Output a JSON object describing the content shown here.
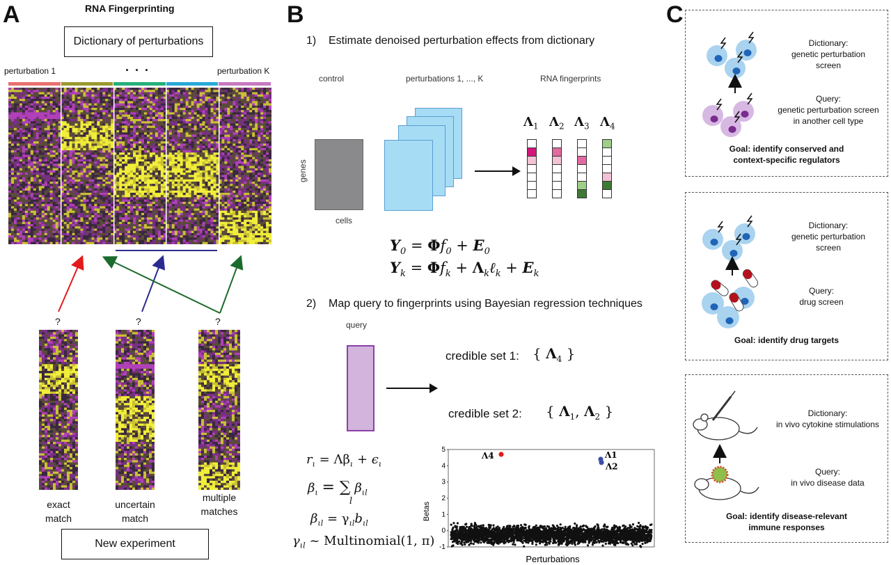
{
  "panel_a": {
    "letter": "A",
    "title": "RNA Fingerprinting",
    "dictionary_label": "Dictionary of perturbations",
    "pert_first": "perturbation 1",
    "pert_dots": ". . .",
    "pert_last": "perturbation K",
    "question": "?",
    "cases": [
      {
        "line1": "exact",
        "line2": "match"
      },
      {
        "line1": "uncertain",
        "line2": "match"
      },
      {
        "line1": "multiple",
        "line2": "matches"
      }
    ],
    "new_experiment": "New experiment",
    "band_colors": [
      "#e8716d",
      "#9a9a30",
      "#27b07a",
      "#2aa9d8",
      "#c77ac2"
    ],
    "arrow_colors": {
      "exact": "#e31a1c",
      "uncertain": "#2b2b8f",
      "multiple": "#1b6b2c"
    }
  },
  "panel_b": {
    "letter": "B",
    "step1": "1)    Estimate denoised perturbation effects from dictionary",
    "control": "control",
    "perturbations": "perturbations 1, ..., K",
    "fingerprints": "RNA fingerprints",
    "genes": "genes",
    "cells": "cells",
    "lambdas": [
      "Λ",
      "Λ",
      "Λ",
      "Λ"
    ],
    "lambda_subs": [
      "1",
      "2",
      "3",
      "4"
    ],
    "step2": "2)    Map query to fingerprints using Bayesian regression techniques",
    "query": "query",
    "credible1": "credible set 1:",
    "credible2": "credible set 2:",
    "eq_r": "= Λβ",
    "eq_beta_sum": "= ∑",
    "eq_beta_il": "= γ",
    "eq_gamma": "~ Multinomial(1, π)"
  },
  "chart_data": {
    "type": "scatter",
    "xlabel": "Perturbations",
    "ylabel": "Betas",
    "ylim": [
      -1,
      5
    ],
    "yticks": [
      -1,
      0,
      1,
      2,
      3,
      4,
      5
    ],
    "n_background_points": 3000,
    "background_range": [
      -1,
      0.5
    ],
    "highlighted": [
      {
        "label": "Λ4",
        "value": 4.7,
        "color": "#e31a1c"
      },
      {
        "label": "Λ1",
        "value": 4.4,
        "color": "#3b4da8"
      },
      {
        "label": "Λ2",
        "value": 4.2,
        "color": "#3b4da8"
      }
    ]
  },
  "panel_c": {
    "letter": "C",
    "boxes": [
      {
        "dict_title": "Dictionary:",
        "dict_sub": "genetic perturbation screen",
        "query_title": "Query:",
        "query_sub1": "genetic perturbation screen",
        "query_sub2": "in another cell type",
        "goal1": "Goal: identify conserved and",
        "goal2": "context-specific regulators"
      },
      {
        "dict_title": "Dictionary:",
        "dict_sub": "genetic perturbation screen",
        "query_title": "Query:",
        "query_sub1": "drug screen",
        "goal1": "Goal: identify drug targets"
      },
      {
        "dict_title": "Dictionary:",
        "dict_sub": "in vivo cytokine stimulations",
        "query_title": "Query:",
        "query_sub1": "in vivo disease data",
        "goal1": "Goal: identify disease-relevant",
        "goal2": "immune responses"
      }
    ]
  }
}
